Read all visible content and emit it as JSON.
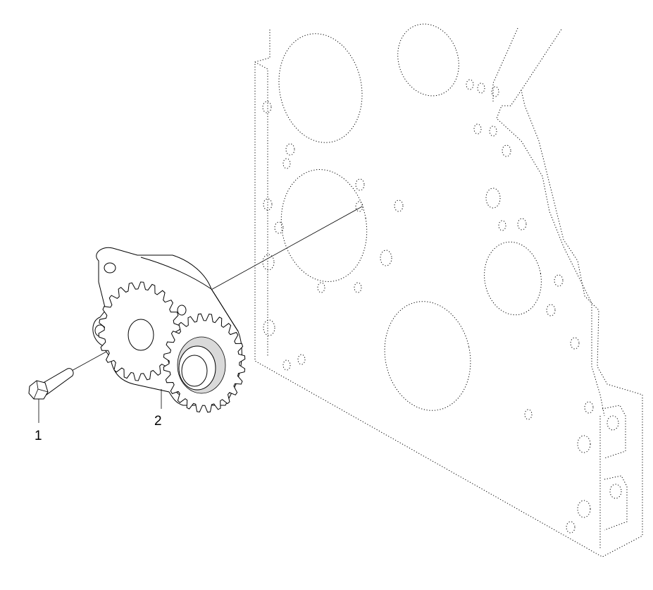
{
  "callouts": [
    {
      "label": "1",
      "part": "bolt"
    },
    {
      "label": "2",
      "part": "oil-pump"
    }
  ],
  "colors": {
    "line": "#000000",
    "background": "#ffffff",
    "shade": "#d9d9d9"
  }
}
